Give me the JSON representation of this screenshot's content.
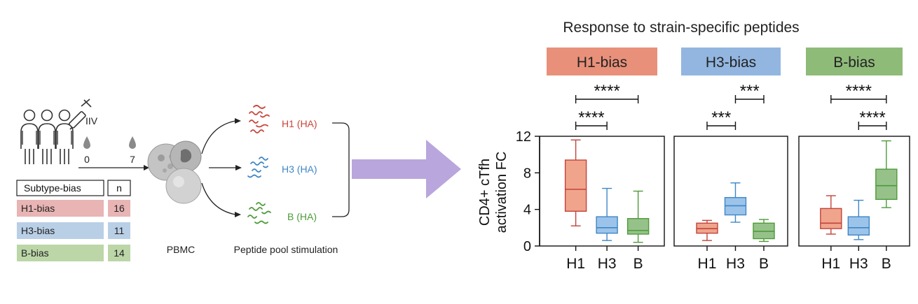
{
  "schematic": {
    "vaccine_label": "IIV",
    "day_start": "0",
    "day_end": "7",
    "cell_label": "PBMC",
    "stimulation_label": "Peptide pool stimulation",
    "peptides": [
      {
        "label": "H1 (HA)",
        "color": "#c9453a"
      },
      {
        "label": "H3 (HA)",
        "color": "#3f86c6"
      },
      {
        "label": "B (HA)",
        "color": "#4e9a3a"
      }
    ],
    "arrow_color": "#b8a6dc"
  },
  "cohort_table": {
    "header_group": "Subtype-bias",
    "header_n": "n",
    "rows": [
      {
        "group": "H1-bias",
        "n": "16",
        "color": "#e8b4b4"
      },
      {
        "group": "H3-bias",
        "n": "11",
        "color": "#b9cfe6"
      },
      {
        "group": "B-bias",
        "n": "14",
        "color": "#bcd6a8"
      }
    ]
  },
  "chart_data": {
    "type": "box",
    "title": "Response to strain-specific peptides",
    "ylabel_line1": "CD4+ cTfh",
    "ylabel_line2": "activation FC",
    "ylim": [
      0,
      12
    ],
    "yticks": [
      "0",
      "4",
      "8",
      "12"
    ],
    "categories": [
      "H1",
      "H3",
      "B"
    ],
    "category_colors": {
      "H1": {
        "fill": "#f0a48c",
        "stroke": "#c0443a"
      },
      "H3": {
        "fill": "#9cc4ea",
        "stroke": "#3f86c6"
      },
      "B": {
        "fill": "#96c28a",
        "stroke": "#4e9a3a"
      }
    },
    "panels": [
      {
        "name": "H1-bias",
        "header_color": "#e8907a",
        "boxes": [
          {
            "cat": "H1",
            "min": 2.2,
            "q1": 3.8,
            "median": 6.2,
            "q3": 9.4,
            "max": 11.6
          },
          {
            "cat": "H3",
            "min": 0.6,
            "q1": 1.4,
            "median": 2.0,
            "q3": 3.2,
            "max": 6.3
          },
          {
            "cat": "B",
            "min": 0.4,
            "q1": 1.3,
            "median": 1.7,
            "q3": 3.0,
            "max": 6.0
          }
        ],
        "significance": [
          {
            "from": 0,
            "to": 1,
            "label": "****",
            "level": 1
          },
          {
            "from": 0,
            "to": 2,
            "label": "****",
            "level": 2
          }
        ]
      },
      {
        "name": "H3-bias",
        "header_color": "#92b6e0",
        "boxes": [
          {
            "cat": "H1",
            "min": 0.6,
            "q1": 1.4,
            "median": 1.9,
            "q3": 2.5,
            "max": 2.8
          },
          {
            "cat": "H3",
            "min": 2.6,
            "q1": 3.4,
            "median": 4.4,
            "q3": 5.3,
            "max": 6.9
          },
          {
            "cat": "B",
            "min": 0.5,
            "q1": 0.8,
            "median": 1.6,
            "q3": 2.5,
            "max": 2.9
          }
        ],
        "significance": [
          {
            "from": 0,
            "to": 1,
            "label": "***",
            "level": 1
          },
          {
            "from": 1,
            "to": 2,
            "label": "***",
            "level": 2
          }
        ]
      },
      {
        "name": "B-bias",
        "header_color": "#8fbb79",
        "boxes": [
          {
            "cat": "H1",
            "min": 1.3,
            "q1": 1.9,
            "median": 2.5,
            "q3": 4.1,
            "max": 5.5
          },
          {
            "cat": "H3",
            "min": 0.7,
            "q1": 1.2,
            "median": 2.0,
            "q3": 3.2,
            "max": 5.0
          },
          {
            "cat": "B",
            "min": 4.2,
            "q1": 5.1,
            "median": 6.6,
            "q3": 8.4,
            "max": 11.5
          }
        ],
        "significance": [
          {
            "from": 1,
            "to": 2,
            "label": "****",
            "level": 1
          },
          {
            "from": 0,
            "to": 2,
            "label": "****",
            "level": 2
          }
        ]
      }
    ]
  }
}
